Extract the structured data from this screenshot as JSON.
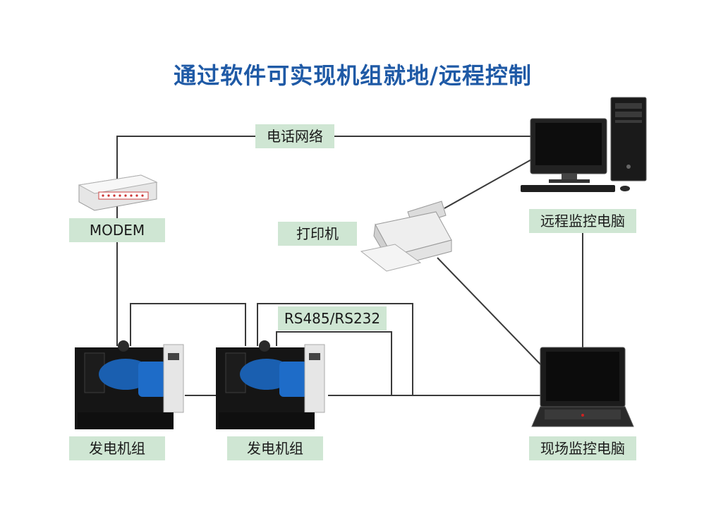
{
  "title": "通过软件可实现机组就地/远程控制",
  "labels": {
    "phone_network": "电话网络",
    "modem": "MODEM",
    "printer": "打印机",
    "remote_pc": "远程监控电脑",
    "rs485": "RS485/RS232",
    "genset_1": "发电机组",
    "genset_2": "发电机组",
    "local_pc": "现场监控电脑"
  }
}
